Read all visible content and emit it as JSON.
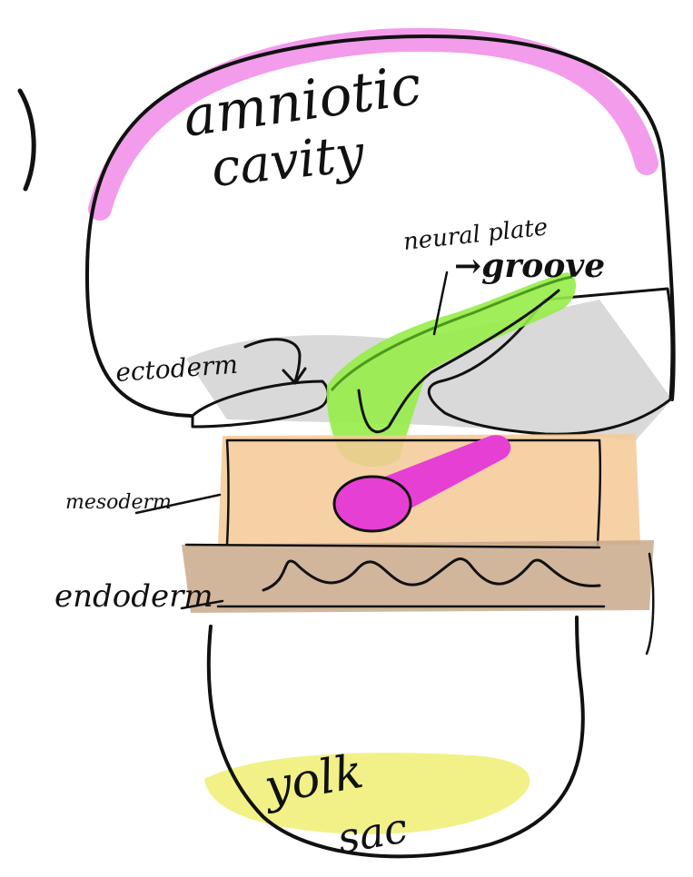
{
  "labels": {
    "amniotic_line1": "amniotic",
    "amniotic_line2": "cavity",
    "neural_line1": "neural plate",
    "neural_line2": "→groove",
    "ectoderm": "ectoderm",
    "mesoderm": "mesoderm",
    "endoderm": "endoderm",
    "yolk_line1": "yolk",
    "yolk_line2": "sac"
  },
  "colors": {
    "ink": "#111111",
    "amnion_highlight": "#f08be8",
    "neural_green": "#96ec48",
    "ectoderm_gray": "#cfcfcf",
    "mesoderm_orange": "#f5c996",
    "endoderm_brown": "#c9a98b",
    "notochord_magenta": "#e63fd4",
    "yolk_yellow": "#f0ef7a"
  }
}
